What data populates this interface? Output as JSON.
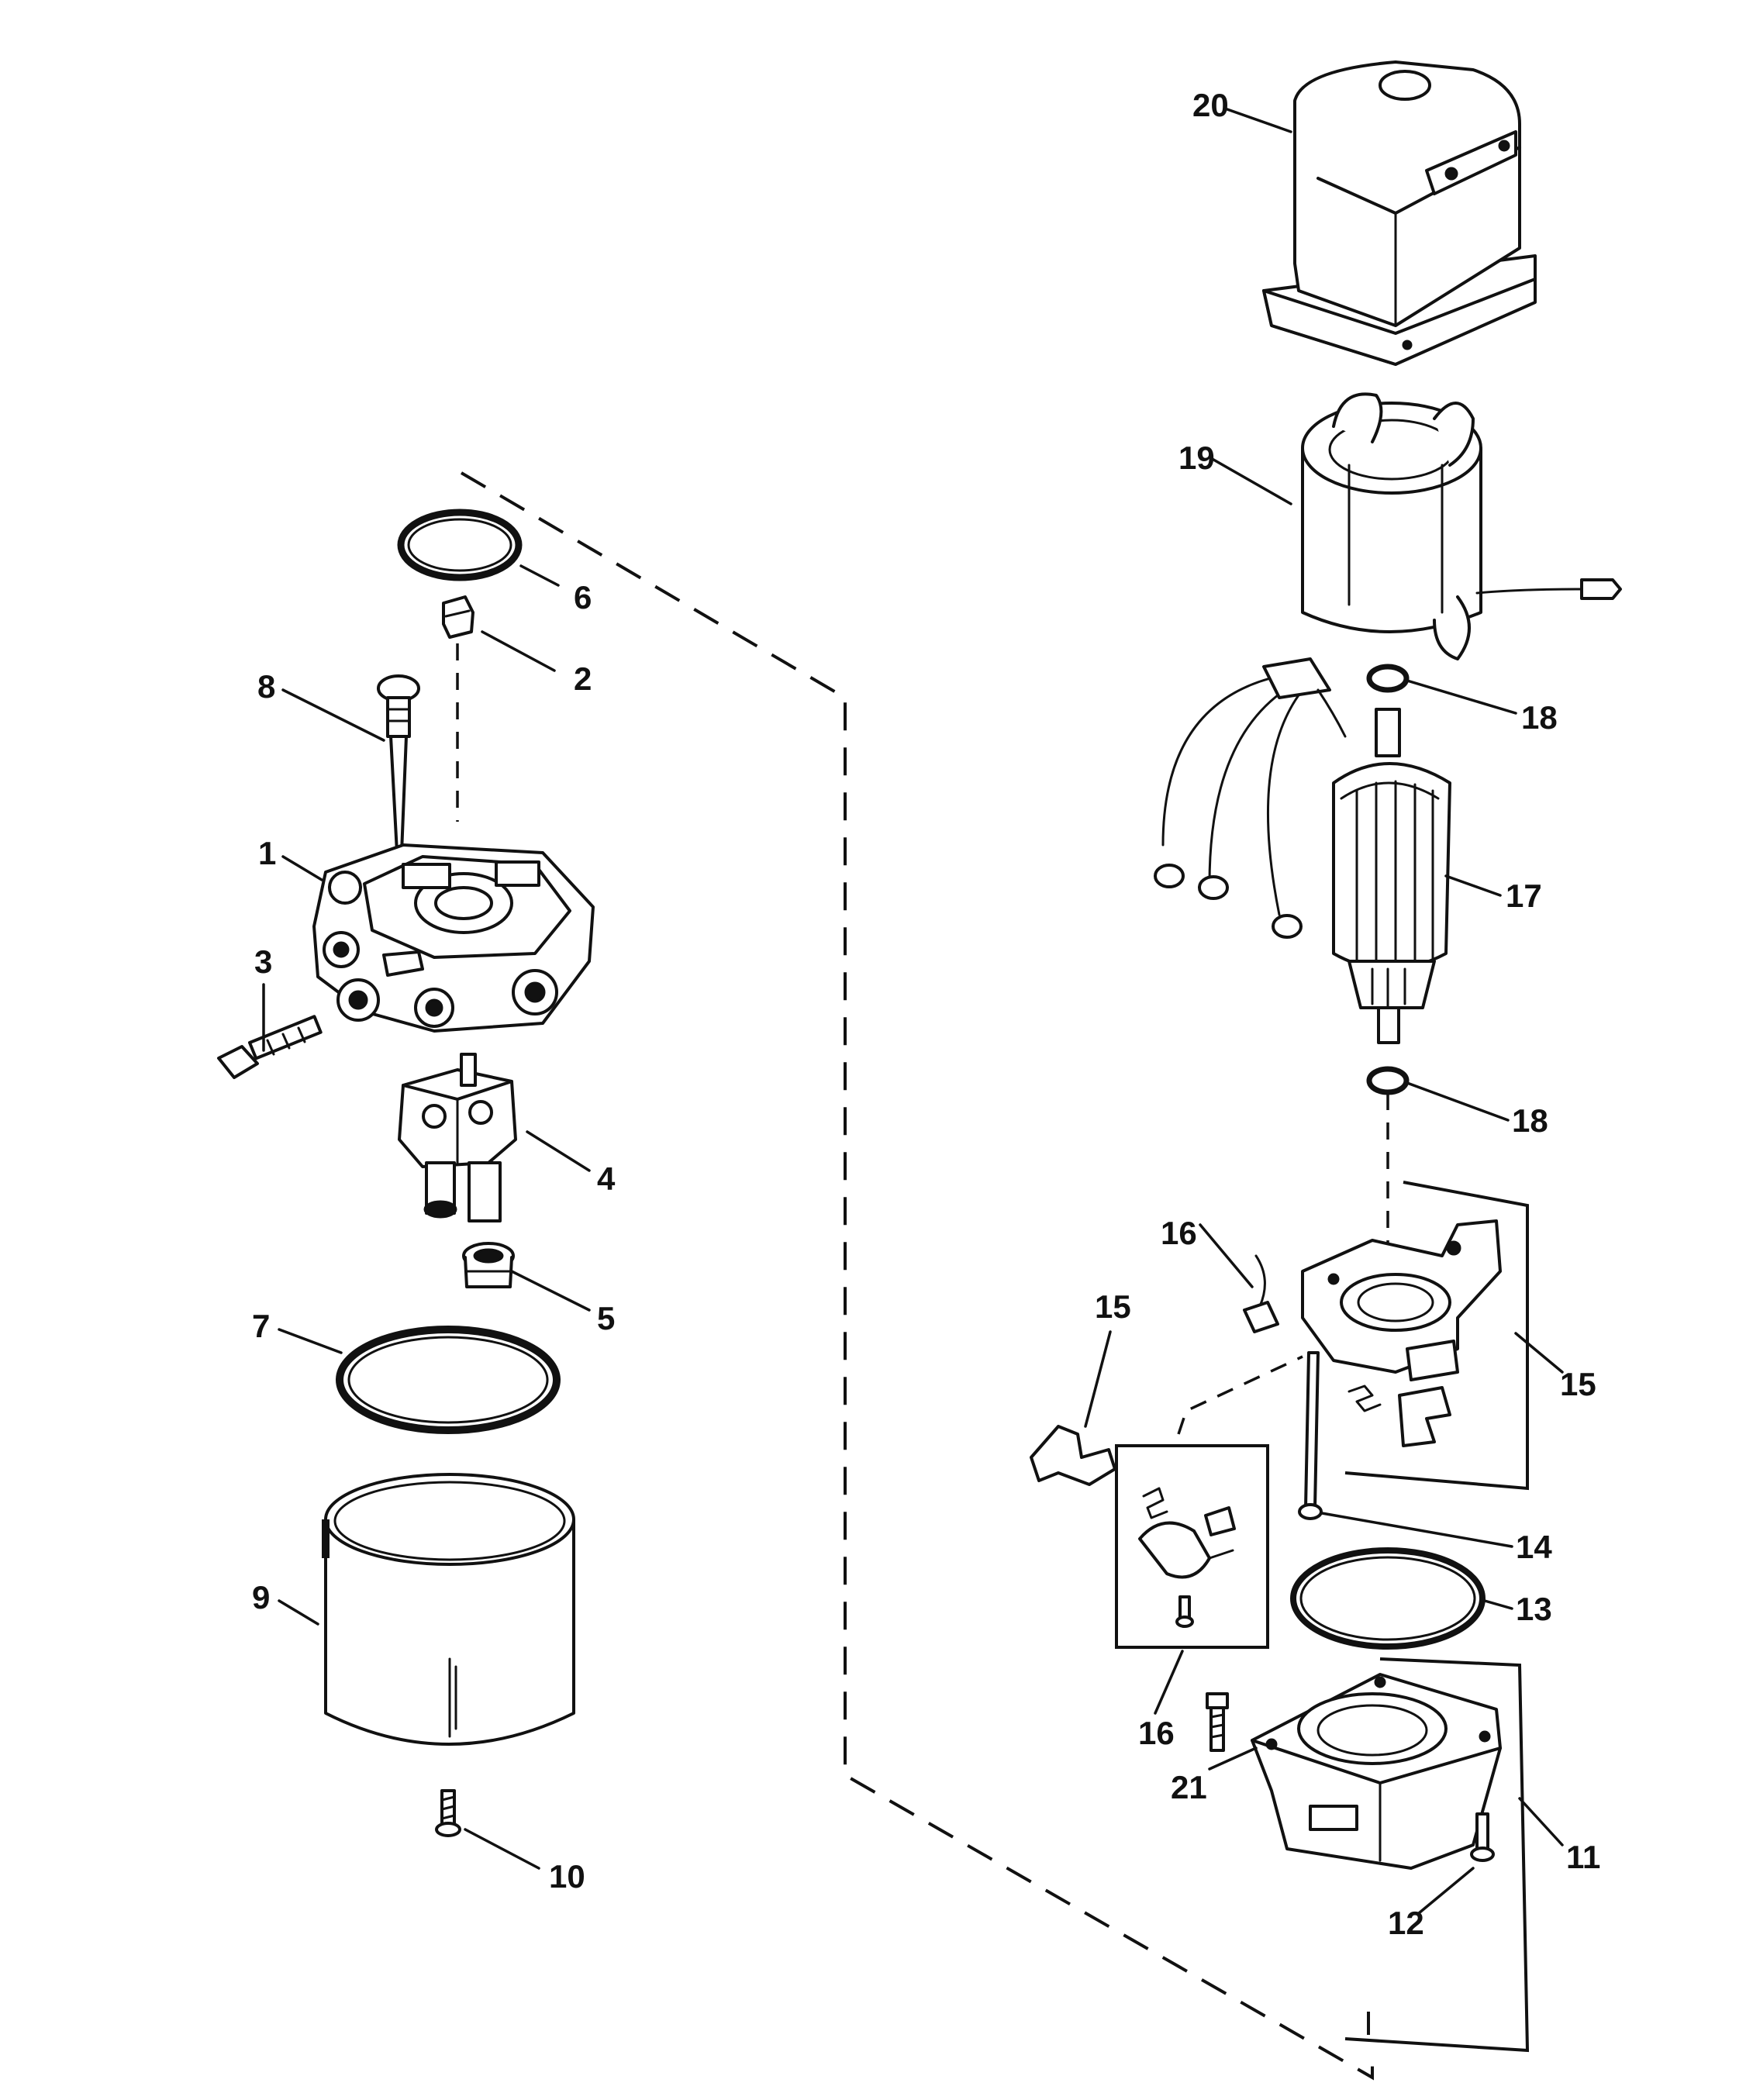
{
  "callouts": {
    "c1": "1",
    "c2": "2",
    "c3": "3",
    "c4": "4",
    "c5": "5",
    "c6": "6",
    "c7": "7",
    "c8": "8",
    "c9": "9",
    "c10": "10",
    "c11": "11",
    "c12": "12",
    "c13": "13",
    "c14": "14",
    "c15a": "15",
    "c15b": "15",
    "c16a": "16",
    "c16b": "16",
    "c17": "17",
    "c18a": "18",
    "c18b": "18",
    "c19": "19",
    "c20": "20",
    "c21": "21"
  },
  "colors": {
    "ink": "#111111",
    "paper": "#ffffff"
  }
}
